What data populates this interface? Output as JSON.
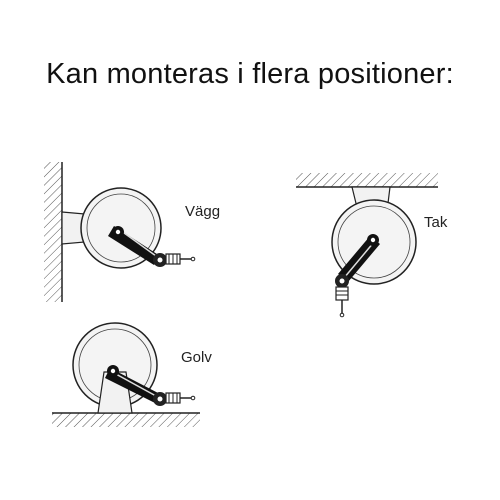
{
  "title": "Kan monteras i flera positioner:",
  "positions": [
    {
      "key": "wall",
      "label": "Vägg"
    },
    {
      "key": "ceiling",
      "label": "Tak"
    },
    {
      "key": "floor",
      "label": "Golv"
    }
  ],
  "colors": {
    "line": "#222222",
    "hatch": "#555555",
    "fill": "#f2f2f2"
  }
}
